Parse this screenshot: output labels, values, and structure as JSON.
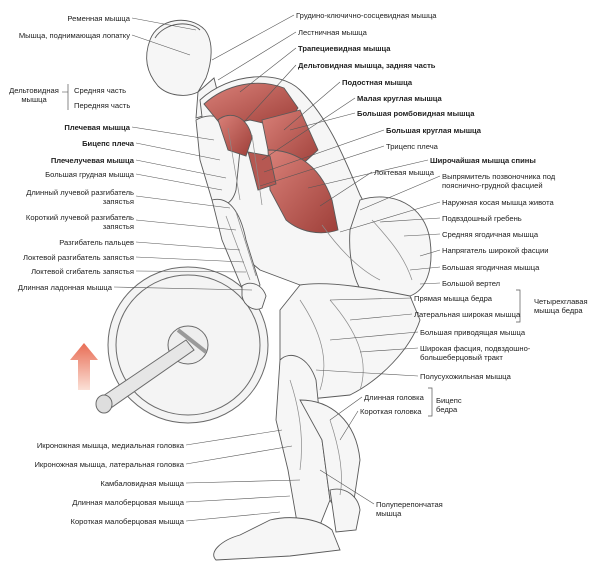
{
  "labels": {
    "remennaya": "Ременная мышца",
    "podnim_lopatku": "Мышца, поднимающая лопатку",
    "deltoid_main": "Дельтовидная мышца",
    "deltoid_mid": "Средняя часть",
    "deltoid_front": "Передняя часть",
    "plechevaya": "Плечевая мышца",
    "biceps": "Бицепс плеча",
    "plecheluchevaya": "Плечелучевая мышца",
    "grudnaya": "Большая грудная мышца",
    "dl_razgib": "Длинный лучевой разгибатель запястья",
    "kor_razgib": "Короткий лучевой разгибатель запястья",
    "razgib_palcev": "Разгибатель пальцев",
    "lokt_razgib": "Локтевой разгибатель запястья",
    "lokt_sgib": "Локтевой сгибатель запястья",
    "ladonnaya": "Длинная ладонная мышца",
    "grudino": "Грудино-ключично-сосцевидная мышца",
    "lestnichnaya": "Лестничная мышца",
    "trapec": "Трапециевидная мышца",
    "delt_zad": "Дельтовидная мышца, задняя часть",
    "podostnaya": "Подостная мышца",
    "malaya_kr": "Малая круглая мышца",
    "romb": "Большая ромбовидная мышца",
    "bolshaya_kr": "Большая круглая мышца",
    "triceps": "Трицепс плеча",
    "shirochaishaya": "Широчайшая мышца спины",
    "loktevaya": "Локтевая мышца",
    "vypryamitel": "Выпрямитель позвоночника под пояснично-грудной фасцией",
    "naruzh_kosaya": "Наружная косая мышца живота",
    "podvzdosh": "Подвздошный гребень",
    "sred_yagod": "Средняя ягодичная мышца",
    "napryag": "Напрягатель широкой фасции",
    "bol_yagod": "Большая ягодичная мышца",
    "vertel": "Большой вертел",
    "pryamaya": "Прямая мышца бедра",
    "lateral": "Латеральная широкая мышца",
    "chetyrehglav": "Четырехглавая мышца бедра",
    "privod": "Большая приводящая мышца",
    "fasciya": "Широкая фасция, подвздошно-большеберцовый тракт",
    "polusuh": "Полусухожильная мышца",
    "dl_golovka": "Длинная головка",
    "kor_golovka": "Короткая головка",
    "biceps_bedra": "Бицепс бедра",
    "polupereponch": "Полуперепончатая мышца",
    "ikr_med": "Икроножная мышца, медиальная головка",
    "ikr_lat": "Икроножная мышца, латеральная головка",
    "kambal": "Камбаловидная мышца",
    "dl_malob": "Длинная малоберцовая мышца",
    "kor_malob": "Короткая малоберцовая мышца"
  },
  "colors": {
    "label_text": "#222222",
    "leader_line": "#555555",
    "highlight_muscle": "#c8665e",
    "highlight_dark": "#8e3a34",
    "arrow": "#e8826a",
    "outline": "#5a5a5a"
  }
}
